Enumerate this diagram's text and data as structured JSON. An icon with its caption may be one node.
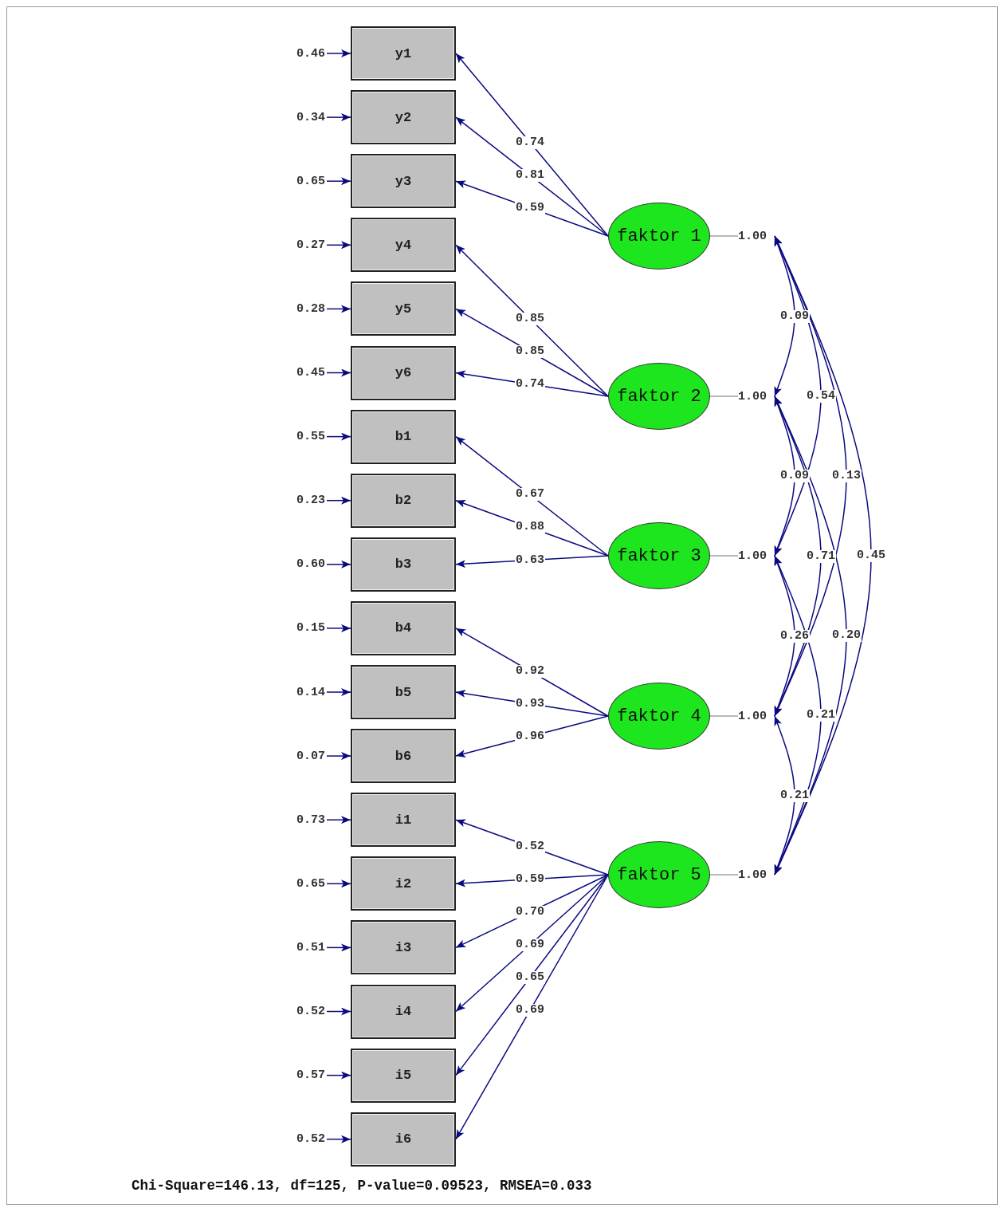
{
  "diagram": {
    "caption": "Chi-Square=146.13, df=125, P-value=0.09523, RMSEA=0.033",
    "nodes": [
      {
        "text": [
          "0.46"
        ]
      },
      {
        "text": [
          "0.34"
        ]
      },
      {
        "text": [
          "0.65"
        ]
      },
      {
        "text": [
          "0.27"
        ]
      },
      {
        "text": [
          "0.28"
        ]
      },
      {
        "text": [
          "0.45"
        ]
      },
      {
        "text": [
          "0.55"
        ]
      },
      {
        "text": [
          "0.23"
        ]
      },
      {
        "text": [
          "0.60"
        ]
      },
      {
        "text": [
          "0.15"
        ]
      },
      {
        "text": [
          "0.14"
        ]
      },
      {
        "text": [
          "0.07"
        ]
      },
      {
        "text": [
          "0.73"
        ]
      },
      {
        "text": [
          "0.65"
        ]
      },
      {
        "text": [
          "0.51"
        ]
      },
      {
        "text": [
          "0.52"
        ]
      },
      {
        "text": [
          "0.57"
        ]
      },
      {
        "text": [
          "0.52"
        ]
      },
      {
        "text": [
          "y1"
        ]
      },
      {
        "text": [
          "y2"
        ]
      },
      {
        "text": [
          "y3"
        ]
      },
      {
        "text": [
          "y4"
        ]
      },
      {
        "text": [
          "y5"
        ]
      },
      {
        "text": [
          "y6"
        ]
      },
      {
        "text": [
          "b1"
        ]
      },
      {
        "text": [
          "b2"
        ]
      },
      {
        "text": [
          "b3"
        ]
      },
      {
        "text": [
          "b4"
        ]
      },
      {
        "text": [
          "b5"
        ]
      },
      {
        "text": [
          "b6"
        ]
      },
      {
        "text": [
          "i1"
        ]
      },
      {
        "text": [
          "i2"
        ]
      },
      {
        "text": [
          "i3"
        ]
      },
      {
        "text": [
          "i4"
        ]
      },
      {
        "text": [
          "i5"
        ]
      },
      {
        "text": [
          "i6"
        ]
      },
      {
        "text": [
          "faktor 1"
        ]
      },
      {
        "text": [
          "faktor 2"
        ]
      },
      {
        "text": [
          "faktor 3"
        ]
      },
      {
        "text": [
          "faktor 4"
        ]
      },
      {
        "text": [
          "faktor 5"
        ]
      },
      {
        "text": [
          "1.00"
        ]
      },
      {
        "text": [
          "1.00"
        ]
      },
      {
        "text": [
          "1.00"
        ]
      },
      {
        "text": [
          "1.00"
        ]
      },
      {
        "text": [
          "1.00"
        ]
      }
    ],
    "edges": [
      {
        "from": 0,
        "to": 18,
        "arrow": "to"
      },
      {
        "from": 1,
        "to": 19,
        "arrow": "to"
      },
      {
        "from": 2,
        "to": 20,
        "arrow": "to"
      },
      {
        "from": 3,
        "to": 21,
        "arrow": "to"
      },
      {
        "from": 4,
        "to": 22,
        "arrow": "to"
      },
      {
        "from": 5,
        "to": 23,
        "arrow": "to"
      },
      {
        "from": 6,
        "to": 24,
        "arrow": "to"
      },
      {
        "from": 7,
        "to": 25,
        "arrow": "to"
      },
      {
        "from": 8,
        "to": 26,
        "arrow": "to"
      },
      {
        "from": 9,
        "to": 27,
        "arrow": "to"
      },
      {
        "from": 10,
        "to": 28,
        "arrow": "to"
      },
      {
        "from": 11,
        "to": 29,
        "arrow": "to"
      },
      {
        "from": 12,
        "to": 30,
        "arrow": "to"
      },
      {
        "from": 13,
        "to": 31,
        "arrow": "to"
      },
      {
        "from": 14,
        "to": 32,
        "arrow": "to"
      },
      {
        "from": 15,
        "to": 33,
        "arrow": "to"
      },
      {
        "from": 16,
        "to": 34,
        "arrow": "to"
      },
      {
        "from": 17,
        "to": 35,
        "arrow": "to"
      },
      {
        "from": 36,
        "to": 18,
        "arrow": "to",
        "label": "0.74"
      },
      {
        "from": 36,
        "to": 19,
        "arrow": "to",
        "label": "0.81"
      },
      {
        "from": 36,
        "to": 20,
        "arrow": "to",
        "label": "0.59"
      },
      {
        "from": 37,
        "to": 21,
        "arrow": "to",
        "label": "0.85"
      },
      {
        "from": 37,
        "to": 22,
        "arrow": "to",
        "label": "0.85"
      },
      {
        "from": 37,
        "to": 23,
        "arrow": "to",
        "label": "0.74"
      },
      {
        "from": 38,
        "to": 24,
        "arrow": "to",
        "label": "0.67"
      },
      {
        "from": 38,
        "to": 25,
        "arrow": "to",
        "label": "0.88"
      },
      {
        "from": 38,
        "to": 26,
        "arrow": "to",
        "label": "0.63"
      },
      {
        "from": 39,
        "to": 27,
        "arrow": "to",
        "label": "0.92"
      },
      {
        "from": 39,
        "to": 28,
        "arrow": "to",
        "label": "0.93"
      },
      {
        "from": 39,
        "to": 29,
        "arrow": "to",
        "label": "0.96"
      },
      {
        "from": 40,
        "to": 30,
        "arrow": "to",
        "label": "0.52"
      },
      {
        "from": 40,
        "to": 31,
        "arrow": "to",
        "label": "0.59"
      },
      {
        "from": 40,
        "to": 32,
        "arrow": "to",
        "label": "0.70"
      },
      {
        "from": 40,
        "to": 33,
        "arrow": "to",
        "label": "0.69"
      },
      {
        "from": 40,
        "to": 34,
        "arrow": "to",
        "label": "0.65"
      },
      {
        "from": 40,
        "to": 35,
        "arrow": "to",
        "label": "0.69"
      },
      {
        "from": 36,
        "to": 41,
        "arrow": "none",
        "color": "#a0a0a0"
      },
      {
        "from": 37,
        "to": 42,
        "arrow": "none",
        "color": "#a0a0a0"
      },
      {
        "from": 38,
        "to": 43,
        "arrow": "none",
        "color": "#a0a0a0"
      },
      {
        "from": 39,
        "to": 44,
        "arrow": "none",
        "color": "#a0a0a0"
      },
      {
        "from": 40,
        "to": 45,
        "arrow": "none",
        "color": "#a0a0a0"
      },
      {
        "from": 41,
        "to": 42,
        "arrow": "both",
        "label": "0.09"
      },
      {
        "from": 42,
        "to": 43,
        "arrow": "both",
        "label": "0.09"
      },
      {
        "from": 43,
        "to": 44,
        "arrow": "both",
        "label": "0.26"
      },
      {
        "from": 44,
        "to": 45,
        "arrow": "both",
        "label": "0.21"
      },
      {
        "from": 41,
        "to": 43,
        "arrow": "both",
        "label": "0.54"
      },
      {
        "from": 42,
        "to": 44,
        "arrow": "both",
        "label": "0.71"
      },
      {
        "from": 43,
        "to": 45,
        "arrow": "both",
        "label": "0.21"
      },
      {
        "from": 41,
        "to": 44,
        "arrow": "both",
        "label": "0.13"
      },
      {
        "from": 42,
        "to": 45,
        "arrow": "both",
        "label": "0.20"
      },
      {
        "from": 41,
        "to": 45,
        "arrow": "both",
        "label": "0.45"
      }
    ]
  }
}
